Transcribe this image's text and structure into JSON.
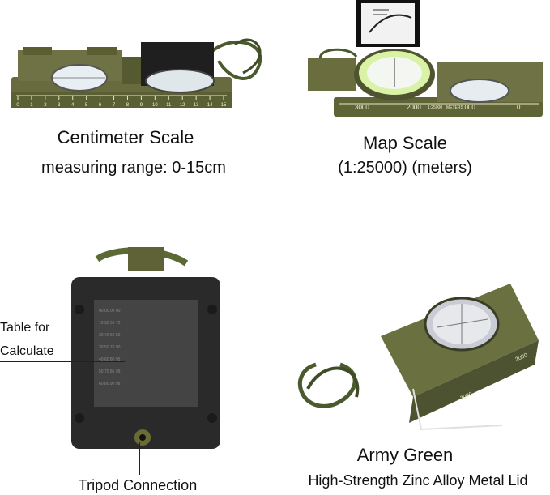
{
  "panels": [
    {
      "id": "centimeter-scale",
      "captions": [
        "Centimeter Scale",
        "measuring range: 0-15cm"
      ],
      "ruler_ticks": [
        "0",
        "1",
        "2",
        "3",
        "4",
        "5",
        "6",
        "7",
        "8",
        "9",
        "10",
        "11",
        "12",
        "13",
        "14",
        "15"
      ]
    },
    {
      "id": "map-scale",
      "captions": [
        "Map Scale",
        "(1:25000) (meters)"
      ],
      "ruler_ticks": [
        "3000",
        "2000",
        "1:25000",
        "METERS",
        "1000",
        "0"
      ]
    },
    {
      "id": "back-table",
      "labels": [
        "Table for",
        "Calculate",
        "Tripod Connection"
      ]
    },
    {
      "id": "army-green",
      "captions": [
        "Army Green",
        "High-Strength Zinc Alloy Metal Lid"
      ],
      "lid_marks": [
        "3000",
        "2000"
      ]
    }
  ],
  "colors": {
    "army_green": "#6b7040",
    "army_green_dark": "#4d5230",
    "black_body": "#2a2a2a",
    "dial_glow": "#d9f2a6"
  }
}
